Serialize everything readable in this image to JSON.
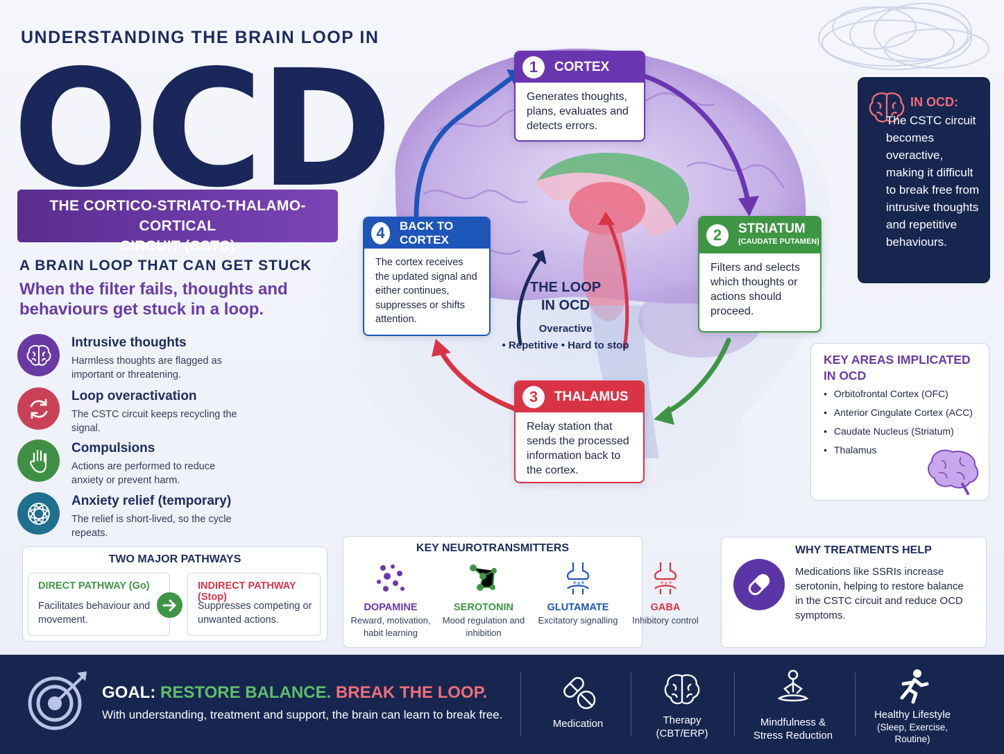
{
  "header": {
    "kicker": "UNDERSTANDING THE BRAIN LOOP IN",
    "big_title": "OCD",
    "circuit_line1": "THE CORTICO-STRIATO-THALAMO-CORTICAL",
    "circuit_line2": "CIRCUIT (CSTC)",
    "stuck_title": "A BRAIN LOOP THAT CAN GET STUCK",
    "stuck_sub": "When the filter fails, thoughts and behaviours get stuck in a loop."
  },
  "features": [
    {
      "title": "Intrusive thoughts",
      "desc": "Harmless thoughts are flagged as important or threatening.",
      "icon": "brain-icon",
      "color": "#6a3aa4"
    },
    {
      "title": "Loop overactivation",
      "desc": "The CSTC circuit keeps recycling the signal.",
      "icon": "cycle-icon",
      "color": "#c94157"
    },
    {
      "title": "Compulsions",
      "desc": "Actions are performed to reduce anxiety or prevent harm.",
      "icon": "hand-icon",
      "color": "#3f8f44"
    },
    {
      "title": "Anxiety relief (temporary)",
      "desc": "The relief is short-lived, so the cycle repeats.",
      "icon": "network-icon",
      "color": "#1f6f8f"
    }
  ],
  "steps": {
    "cortex": {
      "num": "1",
      "title": "CORTEX",
      "desc": "Generates thoughts, plans, evaluates and detects errors.",
      "color": "#6a36b0"
    },
    "striatum": {
      "num": "2",
      "title": "STRIATUM",
      "subtitle": "(CAUDATE PUTAMEN)",
      "desc": "Filters and selects which thoughts or actions should proceed.",
      "color": "#3e9644"
    },
    "thalamus": {
      "num": "3",
      "title": "THALAMUS",
      "desc": "Relay station that sends the processed information back to the cortex.",
      "color": "#d83446"
    },
    "back": {
      "num": "4",
      "title": "BACK TO CORTEX",
      "desc": "The cortex receives the updated signal and either continues, suppresses or shifts attention.",
      "color": "#1e55b8"
    }
  },
  "loop": {
    "title_line1": "THE LOOP",
    "title_line2": "IN OCD",
    "overactive": "Overactive",
    "repetitive": "• Repetitive  •  Hard to stop"
  },
  "in_ocd": {
    "label": "IN OCD:",
    "text": "The CSTC circuit becomes overactive, making it difficult to break free from intrusive thoughts and repetitive behaviours."
  },
  "key_areas": {
    "title": "KEY AREAS IMPLICATED IN OCD",
    "items": [
      "Orbitofrontal Cortex (OFC)",
      "Anterior Cingulate Cortex (ACC)",
      "Caudate Nucleus (Striatum)",
      "Thalamus"
    ]
  },
  "pathways": {
    "title": "TWO MAJOR PATHWAYS",
    "direct_title": "DIRECT PATHWAY (Go)",
    "direct_desc": "Facilitates behaviour and movement.",
    "indirect_title": "INDIRECT PATHWAY (Stop)",
    "indirect_desc": "Suppresses competing or unwanted actions."
  },
  "neurotransmitters": {
    "title": "KEY NEUROTRANSMITTERS",
    "items": [
      {
        "name": "DOPAMINE",
        "desc": "Reward, motivation, habit learning",
        "color": "#6a36b0"
      },
      {
        "name": "SEROTONIN",
        "desc": "Mood regulation and inhibition",
        "color": "#3e9644"
      },
      {
        "name": "GLUTAMATE",
        "desc": "Excitatory signalling",
        "color": "#1e55b8"
      },
      {
        "name": "GABA",
        "desc": "Inhibitory control",
        "color": "#d83446"
      }
    ]
  },
  "treatments": {
    "title": "WHY TREATMENTS HELP",
    "desc": "Medications like SSRIs increase serotonin, helping to restore balance in the CSTC circuit and reduce OCD symptoms."
  },
  "footer": {
    "goal_prefix": "GOAL:",
    "goal_part1": "RESTORE BALANCE.",
    "goal_part2": "BREAK THE LOOP.",
    "goal_sub": "With understanding, treatment and support, the brain can learn to break free.",
    "items": [
      {
        "label": "Medication",
        "sub": ""
      },
      {
        "label": "Therapy",
        "sub": "(CBT/ERP)"
      },
      {
        "label": "Mindfulness &",
        "sub": "Stress Reduction"
      },
      {
        "label": "Healthy Lifestyle",
        "sub": "(Sleep, Exercise, Routine)"
      }
    ]
  }
}
